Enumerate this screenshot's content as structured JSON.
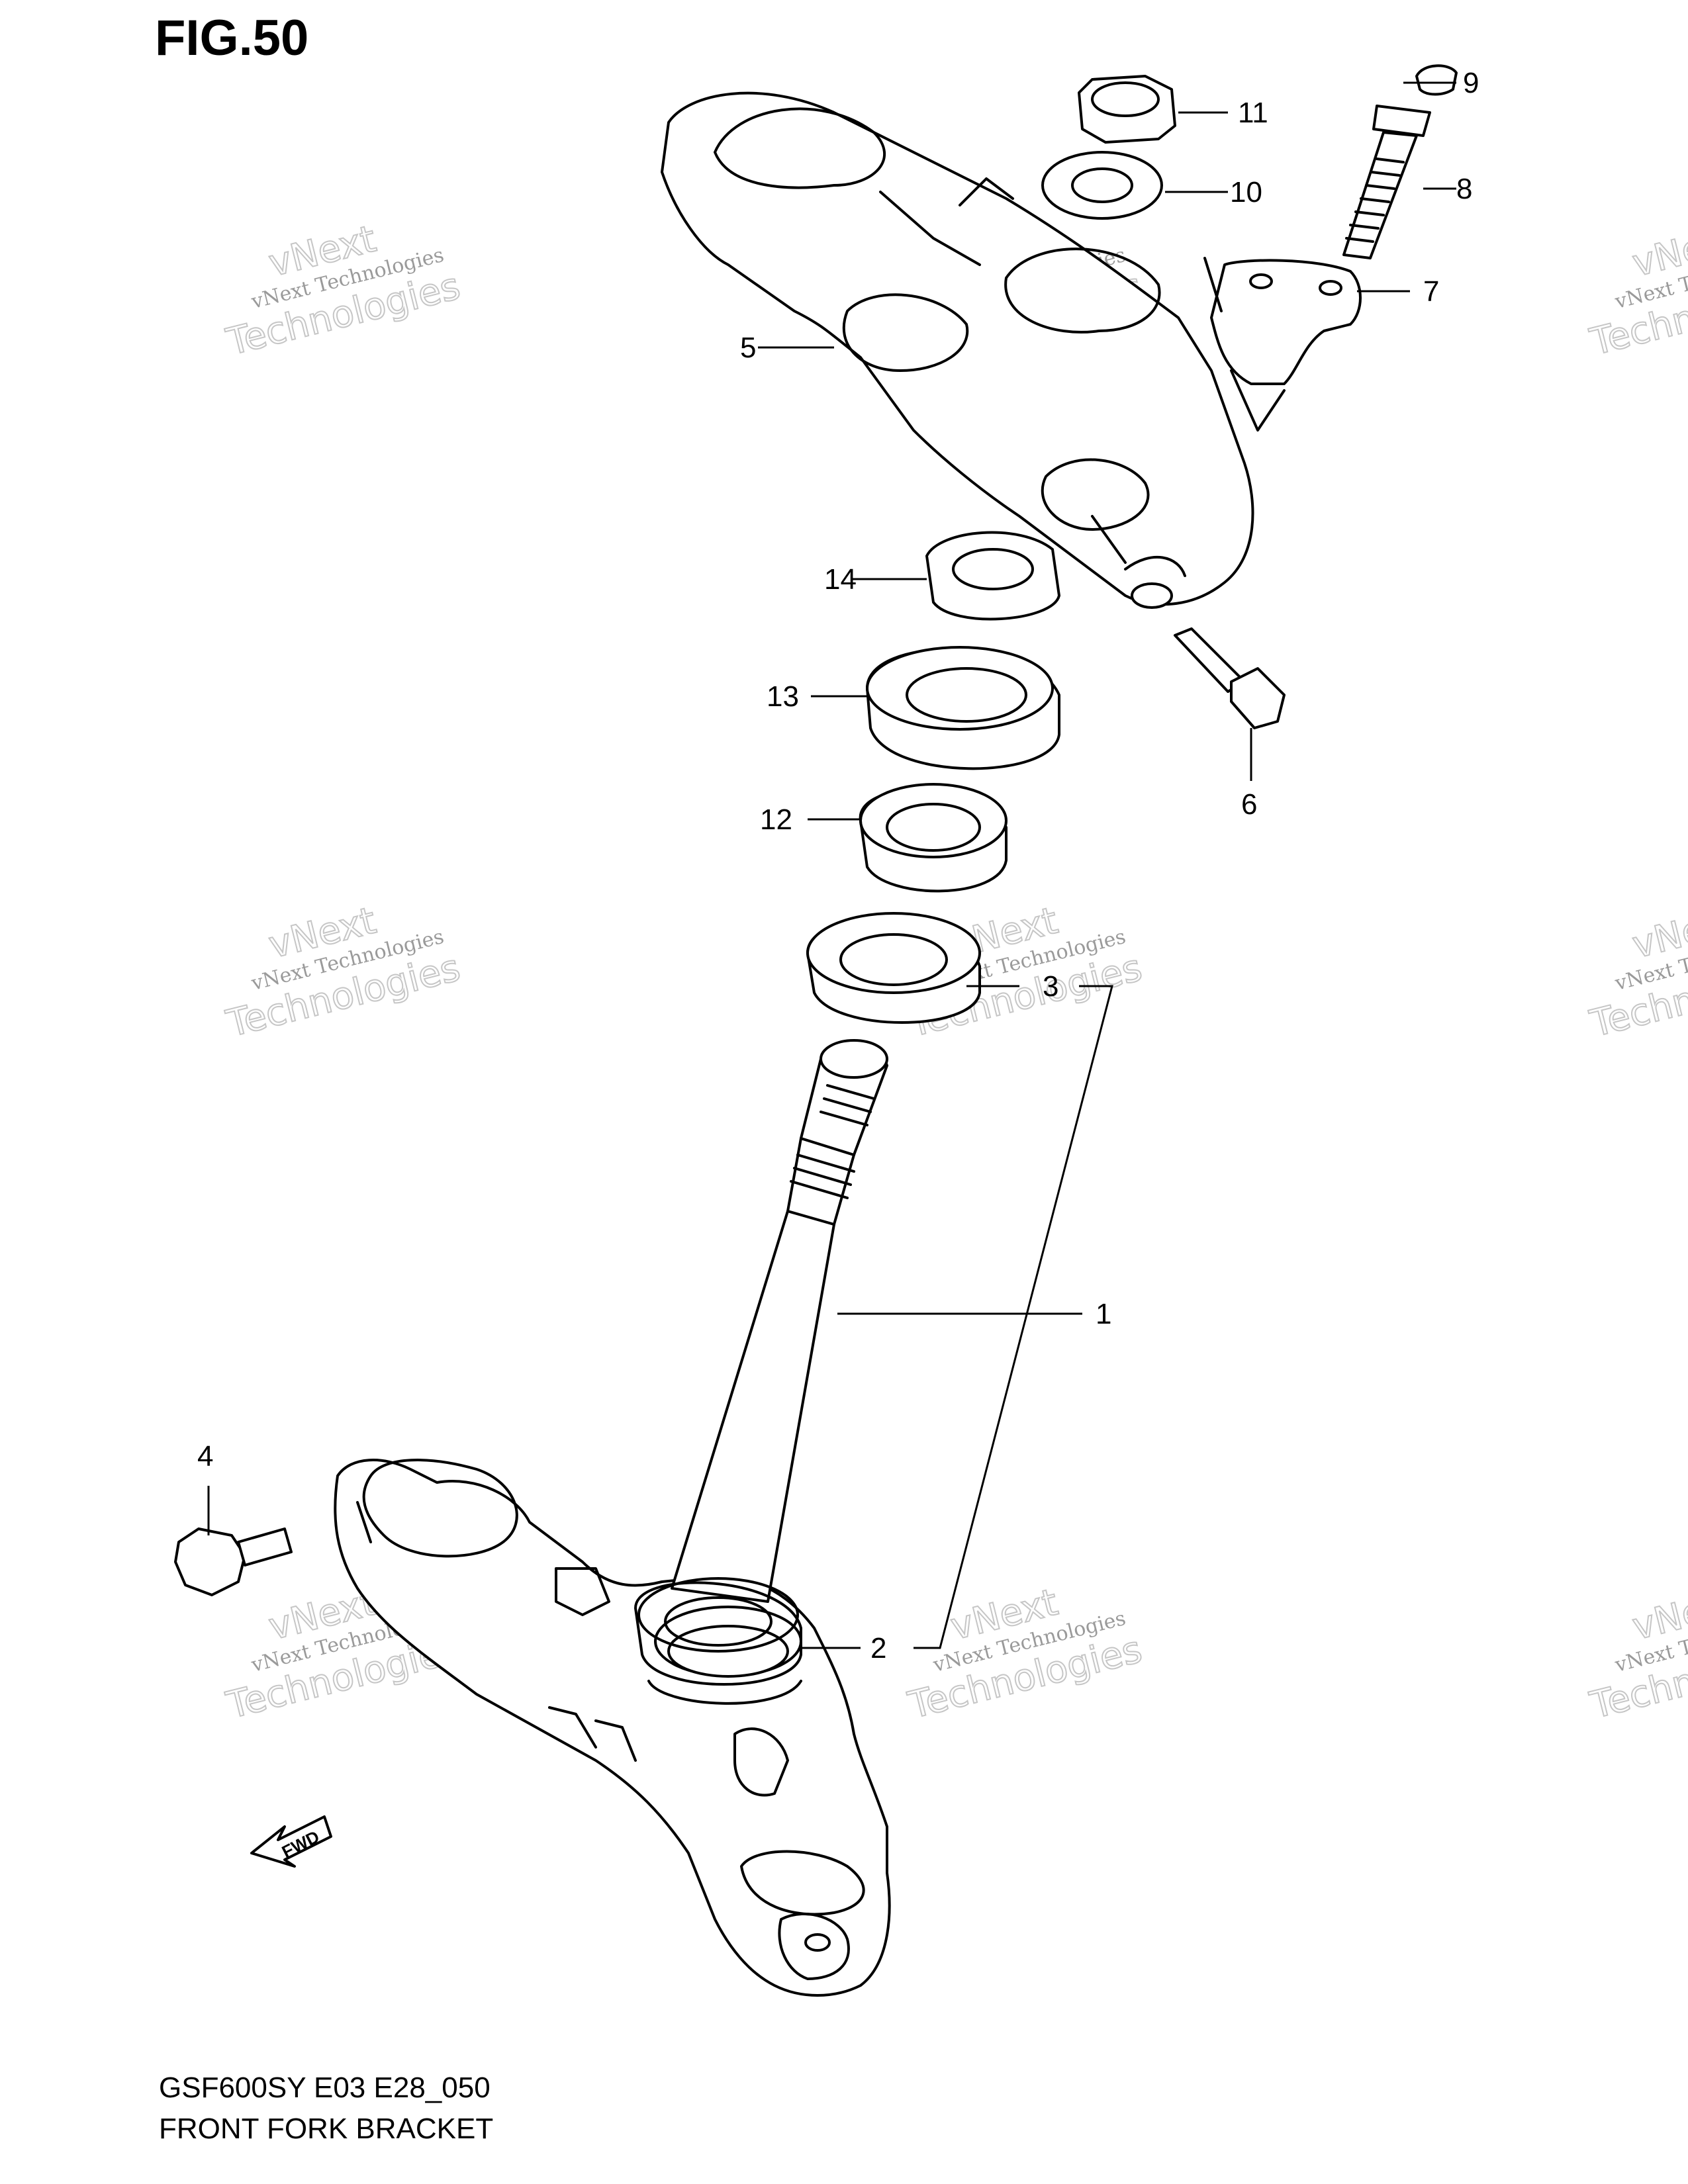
{
  "figure": {
    "title": "FIG.50"
  },
  "callouts": [
    "1",
    "2",
    "3",
    "4",
    "5",
    "6",
    "7",
    "8",
    "9",
    "10",
    "11",
    "12",
    "13",
    "14"
  ],
  "watermark": {
    "line1": "vNext Technologies",
    "line2": "vNext",
    "line3": "Technologies"
  },
  "fwd_label": "FWD",
  "footer": {
    "code": "GSF600SY E03 E28_050",
    "name": "FRONT FORK BRACKET"
  }
}
